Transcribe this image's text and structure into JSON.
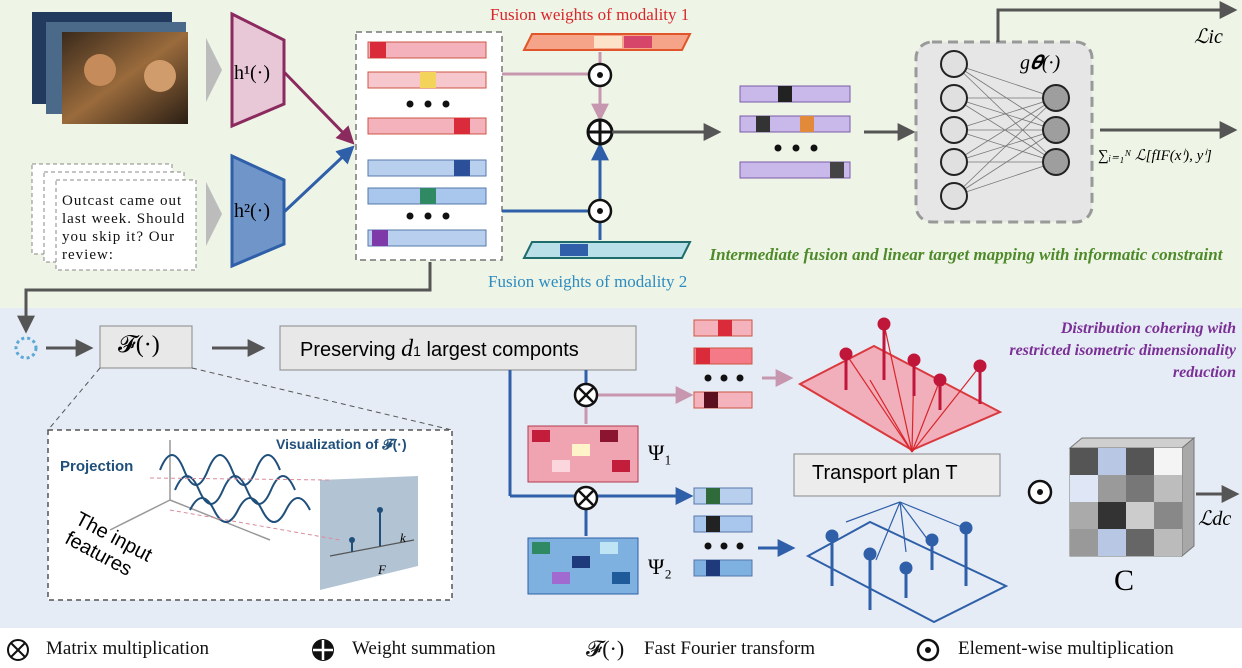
{
  "top": {
    "fusion_w1": "Fusion weights of modality 1",
    "fusion_w2": "Fusion weights of modality 2",
    "h1": "h¹(·)",
    "h2": "h²(·)",
    "review_text": "Outcast came out last week. Should you skip it? Our review:",
    "g_theta": "g𝜽(·)",
    "loss_ic": "ℒic",
    "sum_loss": "∑ᵢ₌₁ᴺ ℒ[fIF(xⁱ), yⁱ]",
    "caption": "Intermediate fusion and linear target mapping with informatic constraint",
    "colors": {
      "red": "#d9262b",
      "blue": "#2e8bc0",
      "green": "#4e8a2a",
      "purple": "#7a2f96"
    }
  },
  "bottom": {
    "fourier": "𝓕(·)",
    "preserving": "Preserving d₁ largest compo­nts",
    "preserving_exact": "Preserving d1 largest compon­ts",
    "psi1": "Ψ₁",
    "psi2": "Ψ₂",
    "transport": "Transport plan T",
    "C": "C",
    "loss_dc": "ℒdc",
    "caption": "Distribution cohering with restricted isometric dimensionality reduction",
    "inset": {
      "projection": "Projection",
      "visualization": "Visualization of 𝓕(·)",
      "input_features": "The input features",
      "k": "k",
      "F": "F"
    }
  },
  "legend": {
    "matrix_mult": "Matrix multiplication",
    "weight_sum": "Weight summation",
    "fft_symbol": "𝓕(·)",
    "fft": "Fast Fourier transform",
    "elem_mult": "Element-wise multiplication"
  }
}
